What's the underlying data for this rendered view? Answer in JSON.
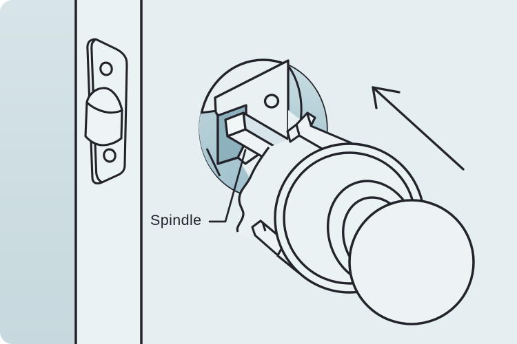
{
  "diagram": {
    "label": "Spindle",
    "subject": "door-knob-spindle-diagram",
    "parts": [
      "door-edge",
      "latch-faceplate",
      "latch-bolt",
      "bore-hole",
      "latch-case",
      "spindle-shaft",
      "mounting-tab-upper",
      "mounting-tab-lower",
      "rose-plate",
      "knob-neck",
      "door-knob",
      "direction-arrow-up-right",
      "leader-line"
    ],
    "arrow_direction": "up-right"
  },
  "colors": {
    "background": "#e5eef0",
    "wall_strip": "#cddde1",
    "door_edge_strip": "#ebf2f3",
    "line": "#23232b",
    "bore_shading_dark": "#9dbfca",
    "bore_shading_light": "#c6dae0",
    "hole_inner": "#8db1bd",
    "surface_light": "#ecf3f4",
    "label_text": "#232330"
  }
}
